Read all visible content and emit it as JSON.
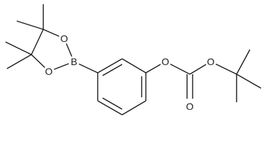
{
  "structure": {
    "atom_labels": {
      "boron": "B",
      "ring_oxygen_top": "O",
      "ring_oxygen_bottom": "O",
      "aryl_oxygen": "O",
      "ester_oxygen": "O",
      "carbonyl_oxygen": "O"
    }
  }
}
